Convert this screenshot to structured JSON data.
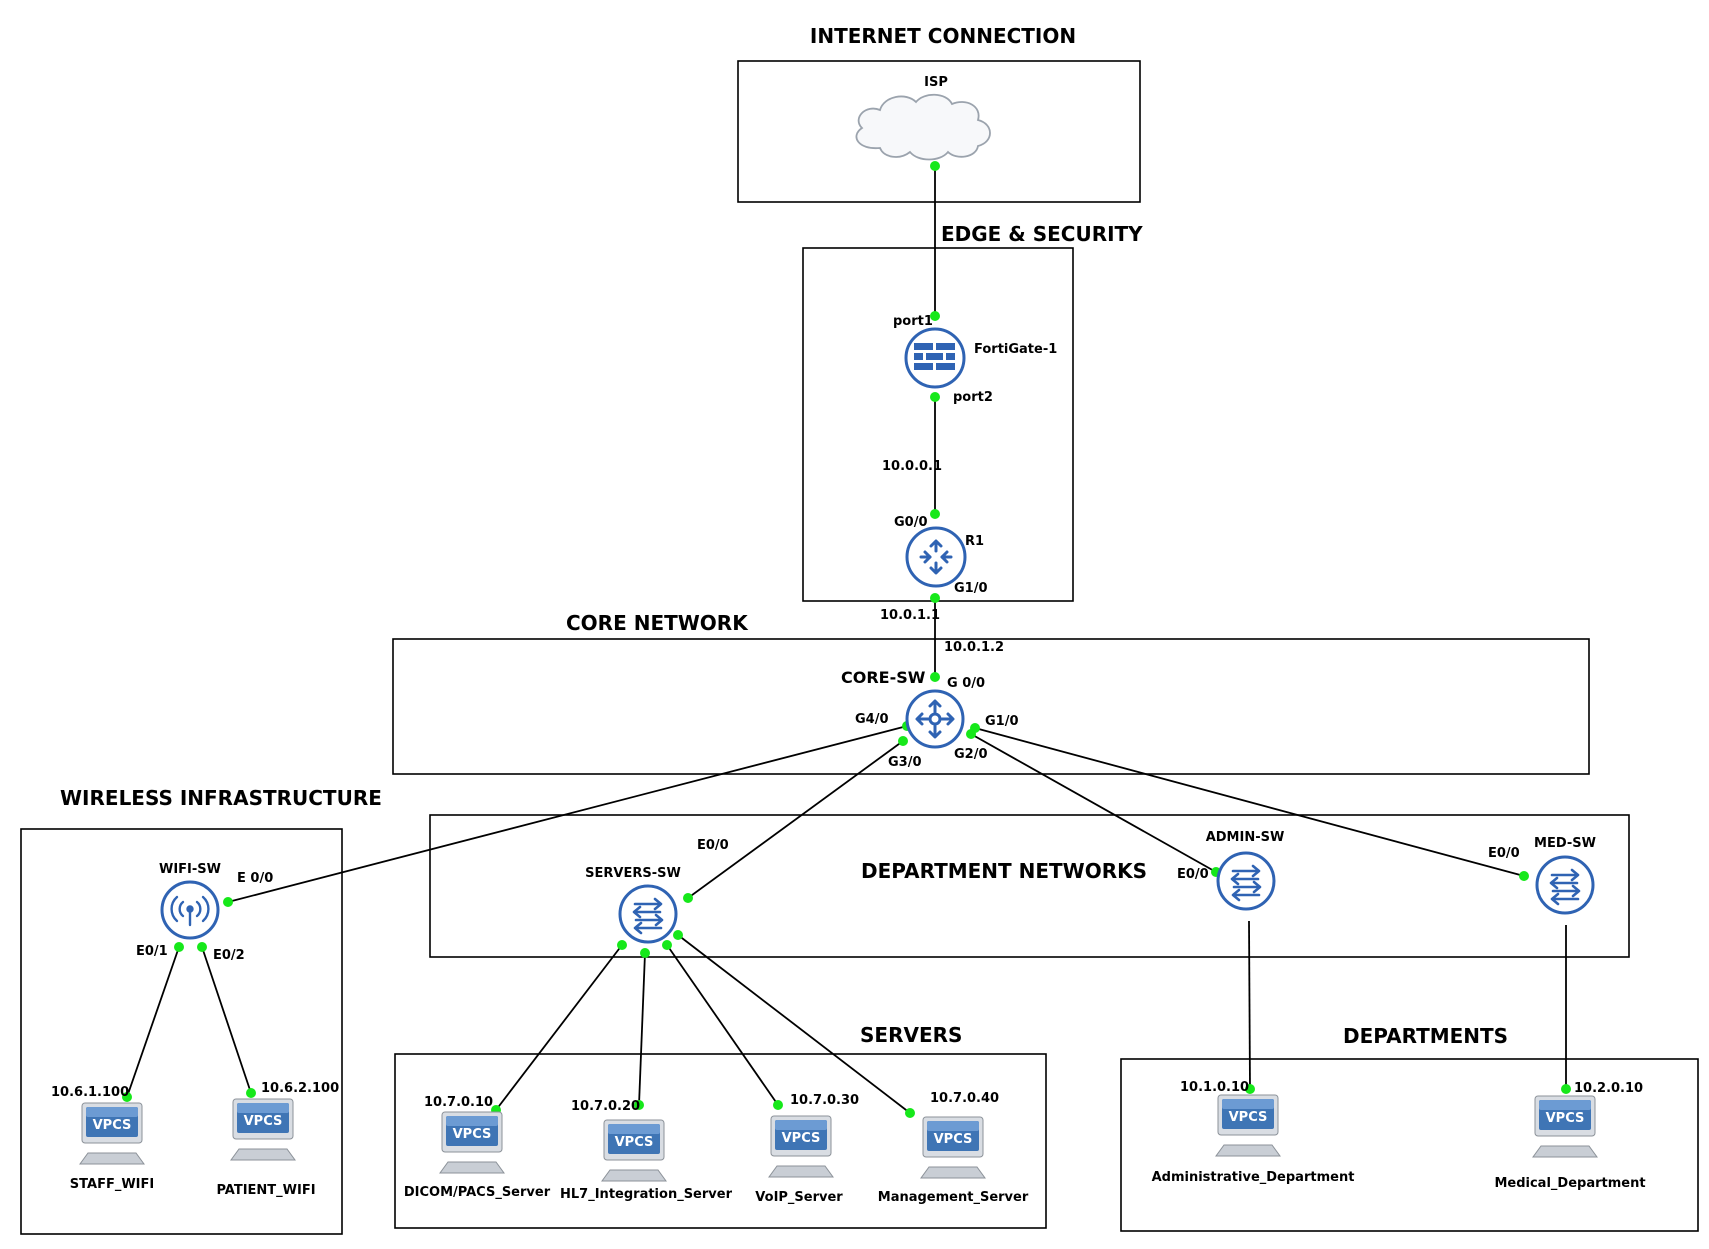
{
  "zones": {
    "internet": "INTERNET CONNECTION",
    "edge": "EDGE & SECURITY",
    "core": "CORE NETWORK",
    "wireless": "WIRELESS INFRASTRUCTURE",
    "departments_net": "DEPARTMENT NETWORKS",
    "servers": "SERVERS",
    "departments": "DEPARTMENTS"
  },
  "devices": {
    "isp": "ISP",
    "fortigate": "FortiGate-1",
    "r1": "R1",
    "core_sw": "CORE-SW",
    "wifi_sw": "WIFI-SW",
    "servers_sw": "SERVERS-SW",
    "admin_sw": "ADMIN-SW",
    "med_sw": "MED-SW",
    "staff_wifi": "STAFF_WIFI",
    "patient_wifi": "PATIENT_WIFI",
    "dicom": "DICOM/PACS_Server",
    "hl7": "HL7_Integration_Server",
    "voip": "VoIP_Server",
    "mgmt": "Management_Server",
    "admin_dept": "Administrative_Department",
    "med_dept": "Medical_Department"
  },
  "vpcs_badge": "VPCS",
  "ports": {
    "fg_port1": "port1",
    "fg_port2": "port2",
    "r1_g00": "G0/0",
    "r1_g10": "G1/0",
    "core_g00": "G 0/0",
    "core_g10": "G1/0",
    "core_g20": "G2/0",
    "core_g30": "G3/0",
    "core_g40": "G4/0",
    "wifi_e00": "E 0/0",
    "wifi_e01": "E0/1",
    "wifi_e02": "E0/2",
    "servers_e00": "E0/0",
    "admin_e00": "E0/0",
    "med_e00": "E0/0"
  },
  "addresses": {
    "fg_r1": "10.0.0.1",
    "r1_core": "10.0.1.1",
    "core_r1": "10.0.1.2",
    "staff": "10.6.1.100",
    "patient": "10.6.2.100",
    "dicom": "10.7.0.10",
    "hl7": "10.7.0.20",
    "voip": "10.7.0.30",
    "mgmt": "10.7.0.40",
    "admin": "10.1.0.10",
    "med": "10.2.0.10"
  },
  "colors": {
    "icon_blue": "#2f63b3",
    "link_dot": "#16e81a"
  }
}
